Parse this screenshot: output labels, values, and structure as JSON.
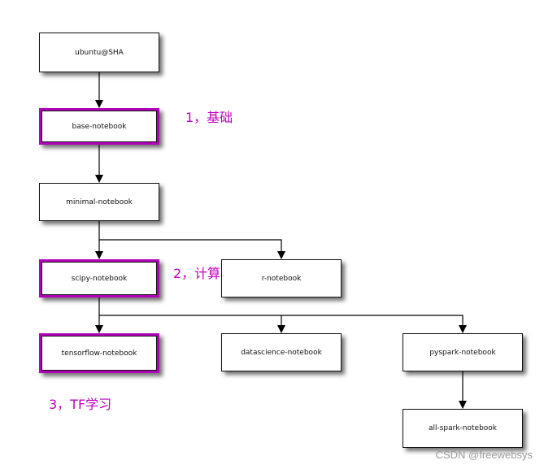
{
  "colors": {
    "highlight": "#b000b8",
    "note_text": "#c000c0",
    "line": "#000000"
  },
  "nodes": {
    "ubuntu": "ubuntu@SHA",
    "base": "base-notebook",
    "minimal": "minimal-notebook",
    "scipy": "scipy-notebook",
    "r": "r-notebook",
    "tensorflow": "tensorflow-notebook",
    "datascience": "datascience-notebook",
    "pyspark": "pyspark-notebook",
    "allspark": "all-spark-notebook"
  },
  "highlighted": [
    "base",
    "scipy",
    "tensorflow"
  ],
  "notes": {
    "base": "1，基础",
    "scipy": "2，计算",
    "tensorflow": "3，TF学习"
  },
  "edges": [
    [
      "ubuntu",
      "base"
    ],
    [
      "base",
      "minimal"
    ],
    [
      "minimal",
      "scipy"
    ],
    [
      "minimal",
      "r"
    ],
    [
      "scipy",
      "tensorflow"
    ],
    [
      "scipy",
      "datascience"
    ],
    [
      "scipy",
      "pyspark"
    ],
    [
      "pyspark",
      "allspark"
    ]
  ],
  "watermark": "CSDN @freewebsys"
}
